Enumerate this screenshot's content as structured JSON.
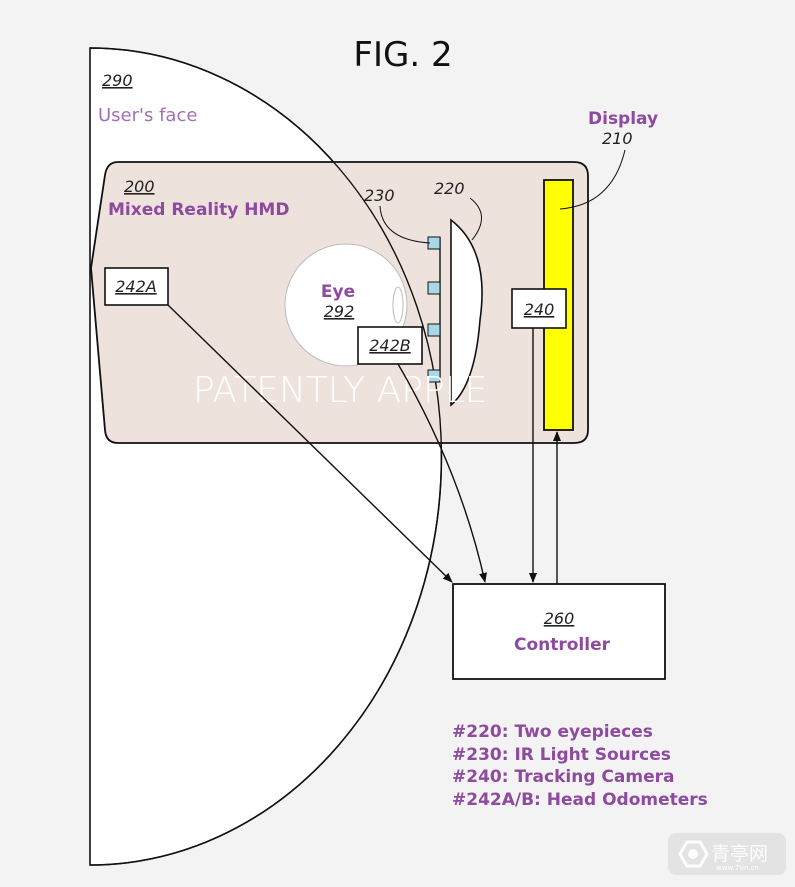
{
  "title": "FIG. 2",
  "face": {
    "ref": "290",
    "label": "User's face"
  },
  "hmd": {
    "ref": "200",
    "label": "Mixed Reality HMD"
  },
  "display": {
    "label": "Display",
    "ref": "210"
  },
  "eyepiece_ref": "220",
  "ir_ref": "230",
  "camera_ref": "240",
  "odometer_a": "242A",
  "odometer_b": "242B",
  "eye": {
    "label": "Eye",
    "ref": "292"
  },
  "controller": {
    "ref": "260",
    "label": "Controller"
  },
  "legend": [
    "#220: Two eyepieces",
    "#230: IR Light Sources",
    "#240: Tracking Camera",
    "#242A/B: Head Odometers"
  ],
  "watermark": "PATENTLY APPLE",
  "corner_logo": {
    "name": "青亭网",
    "url": "www.7tin.cn"
  },
  "colors": {
    "purple": "#8e4a9e",
    "hmd_fill": "#eee2dd",
    "display": "#ffff00",
    "ir": "#a8d8e8"
  }
}
